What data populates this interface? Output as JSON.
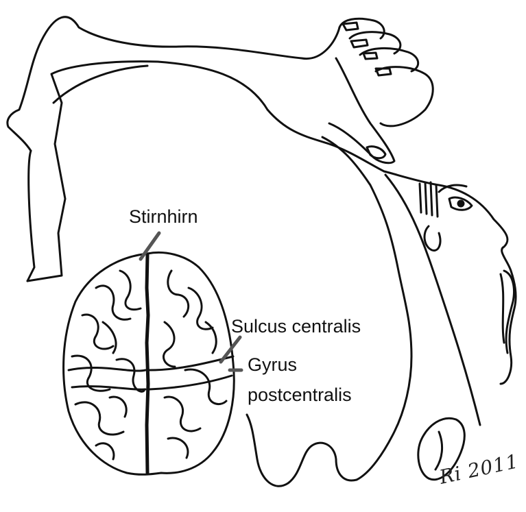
{
  "labels": {
    "frontal_lobe": "Stirnhirn",
    "central_sulcus": "Sulcus centralis",
    "postcentral_gyrus_line1": "Gyrus",
    "postcentral_gyrus_line2": "postcentralis"
  },
  "signature": "Ri 2011",
  "colors": {
    "ink": "#111111",
    "pointer": "#555555",
    "background": "#ffffff"
  }
}
